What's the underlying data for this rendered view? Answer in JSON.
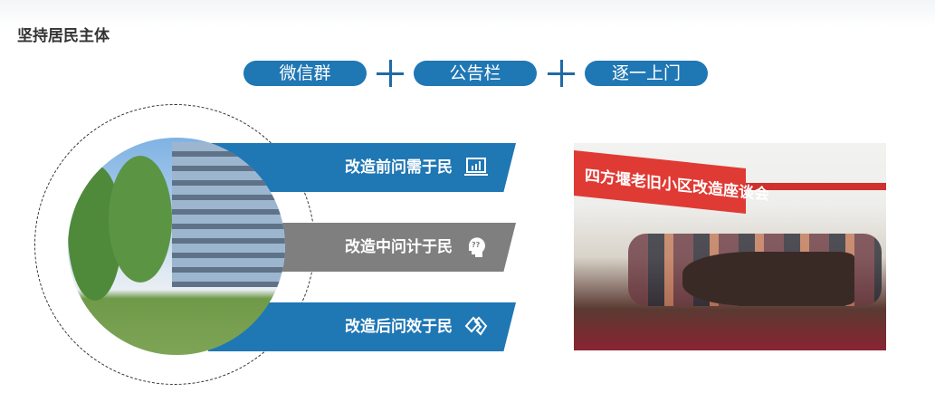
{
  "title": "坚持居民主体",
  "channels": [
    "微信群",
    "公告栏",
    "逐一上门"
  ],
  "banners": [
    {
      "label": "改造前问需于民",
      "icon": "laptop-chart-icon",
      "color": "#1f77b4"
    },
    {
      "label": "改造中问计于民",
      "icon": "head-question-icon",
      "color": "#7f7f7f"
    },
    {
      "label": "改造后问效于民",
      "icon": "handshake-icon",
      "color": "#1f77b4"
    }
  ],
  "photo_banner_text": "四方堰老旧小区改造座谈会"
}
